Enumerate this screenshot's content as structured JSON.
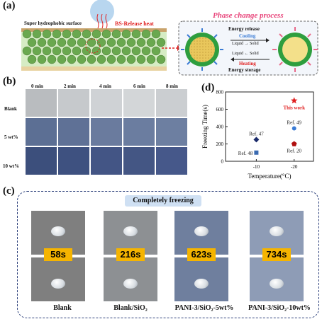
{
  "panel_a": {
    "label": "(a)",
    "surface_label": "Super hydrophobic surface",
    "release_label": "BS-Release heat",
    "phase_title": "Phase change process",
    "energy_release": "Energy release",
    "cooling": "Cooling",
    "liquid_to_solid": "Liquid → Solid",
    "liquid_from_solid": "Liquid ← Solid",
    "heating": "Heating",
    "energy_storage": "Energy storage",
    "colors": {
      "sphere": "#6aa84f",
      "phase_title": "#e8447a",
      "release": "#e02020",
      "cooling": "#3a7bd5",
      "heating": "#e02020"
    }
  },
  "panel_b": {
    "label": "(b)",
    "time_headers": [
      "0 min",
      "2 min",
      "4 min",
      "6 min",
      "8 min"
    ],
    "row_labels": [
      "Blank",
      "5 wt%",
      "10 wt%"
    ]
  },
  "panel_c": {
    "label": "(c)",
    "title": "Completely freezing",
    "times": [
      "58s",
      "216s",
      "623s",
      "734s"
    ],
    "samples": [
      "Blank",
      "Blank/SiO₂",
      "PANI-3/SiO₂-5wt%",
      "PANI-3/SiO₂-10wt%"
    ]
  },
  "panel_d": {
    "label": "(d)"
  },
  "chart_data": {
    "type": "scatter",
    "ylabel": "Freezing Time(s)",
    "xlabel": "Temperature(°C)",
    "x_ticks": [
      "-10",
      "-20"
    ],
    "y_ticks": [
      "0",
      "200",
      "400",
      "600",
      "800"
    ],
    "ylim": [
      0,
      800
    ],
    "points": [
      {
        "label": "This work",
        "x": -20,
        "y": 700,
        "marker": "star",
        "color": "#e02020"
      },
      {
        "label": "Ref. 49",
        "x": -20,
        "y": 380,
        "marker": "circle",
        "color": "#3a7bd5"
      },
      {
        "label": "Ref. 20",
        "x": -20,
        "y": 200,
        "marker": "pentagon",
        "color": "#b01010"
      },
      {
        "label": "Ref. 47",
        "x": -10,
        "y": 250,
        "marker": "diamond",
        "color": "#1a2a6a"
      },
      {
        "label": "Ref. 48",
        "x": -10,
        "y": 100,
        "marker": "square",
        "color": "#3a6ab0"
      }
    ]
  }
}
